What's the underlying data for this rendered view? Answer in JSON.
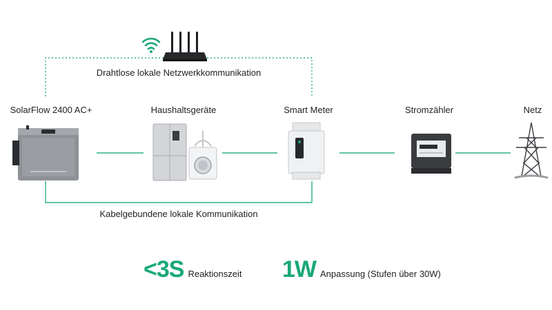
{
  "colors": {
    "accent": "#1aa878",
    "line_green": "#2eb07e",
    "device_gray": "#8e9196"
  },
  "wireless": {
    "caption": "Drahtlose lokale Netzwerkkommunikation",
    "router_icon": "wifi-router-icon",
    "wifi_icon": "wifi-icon"
  },
  "wired": {
    "caption": "Kabelgebundene lokale Kommunikation"
  },
  "devices": [
    {
      "id": "solarflow",
      "label": "SolarFlow 2400 AC+",
      "icon": "battery-storage-icon"
    },
    {
      "id": "appliances",
      "label": "Haushaltsgeräte",
      "icon": "fridge-washer-icon"
    },
    {
      "id": "smartmeter",
      "label": "Smart Meter",
      "icon": "smart-meter-icon"
    },
    {
      "id": "stromzaehler",
      "label": "Stromzähler",
      "icon": "electricity-meter-icon"
    },
    {
      "id": "netz",
      "label": "Netz",
      "icon": "power-tower-icon"
    }
  ],
  "stats": [
    {
      "value": "<3S",
      "desc": "Reaktionszeit"
    },
    {
      "value": "1W",
      "desc": "Anpassung (Stufen über 30W)"
    }
  ]
}
